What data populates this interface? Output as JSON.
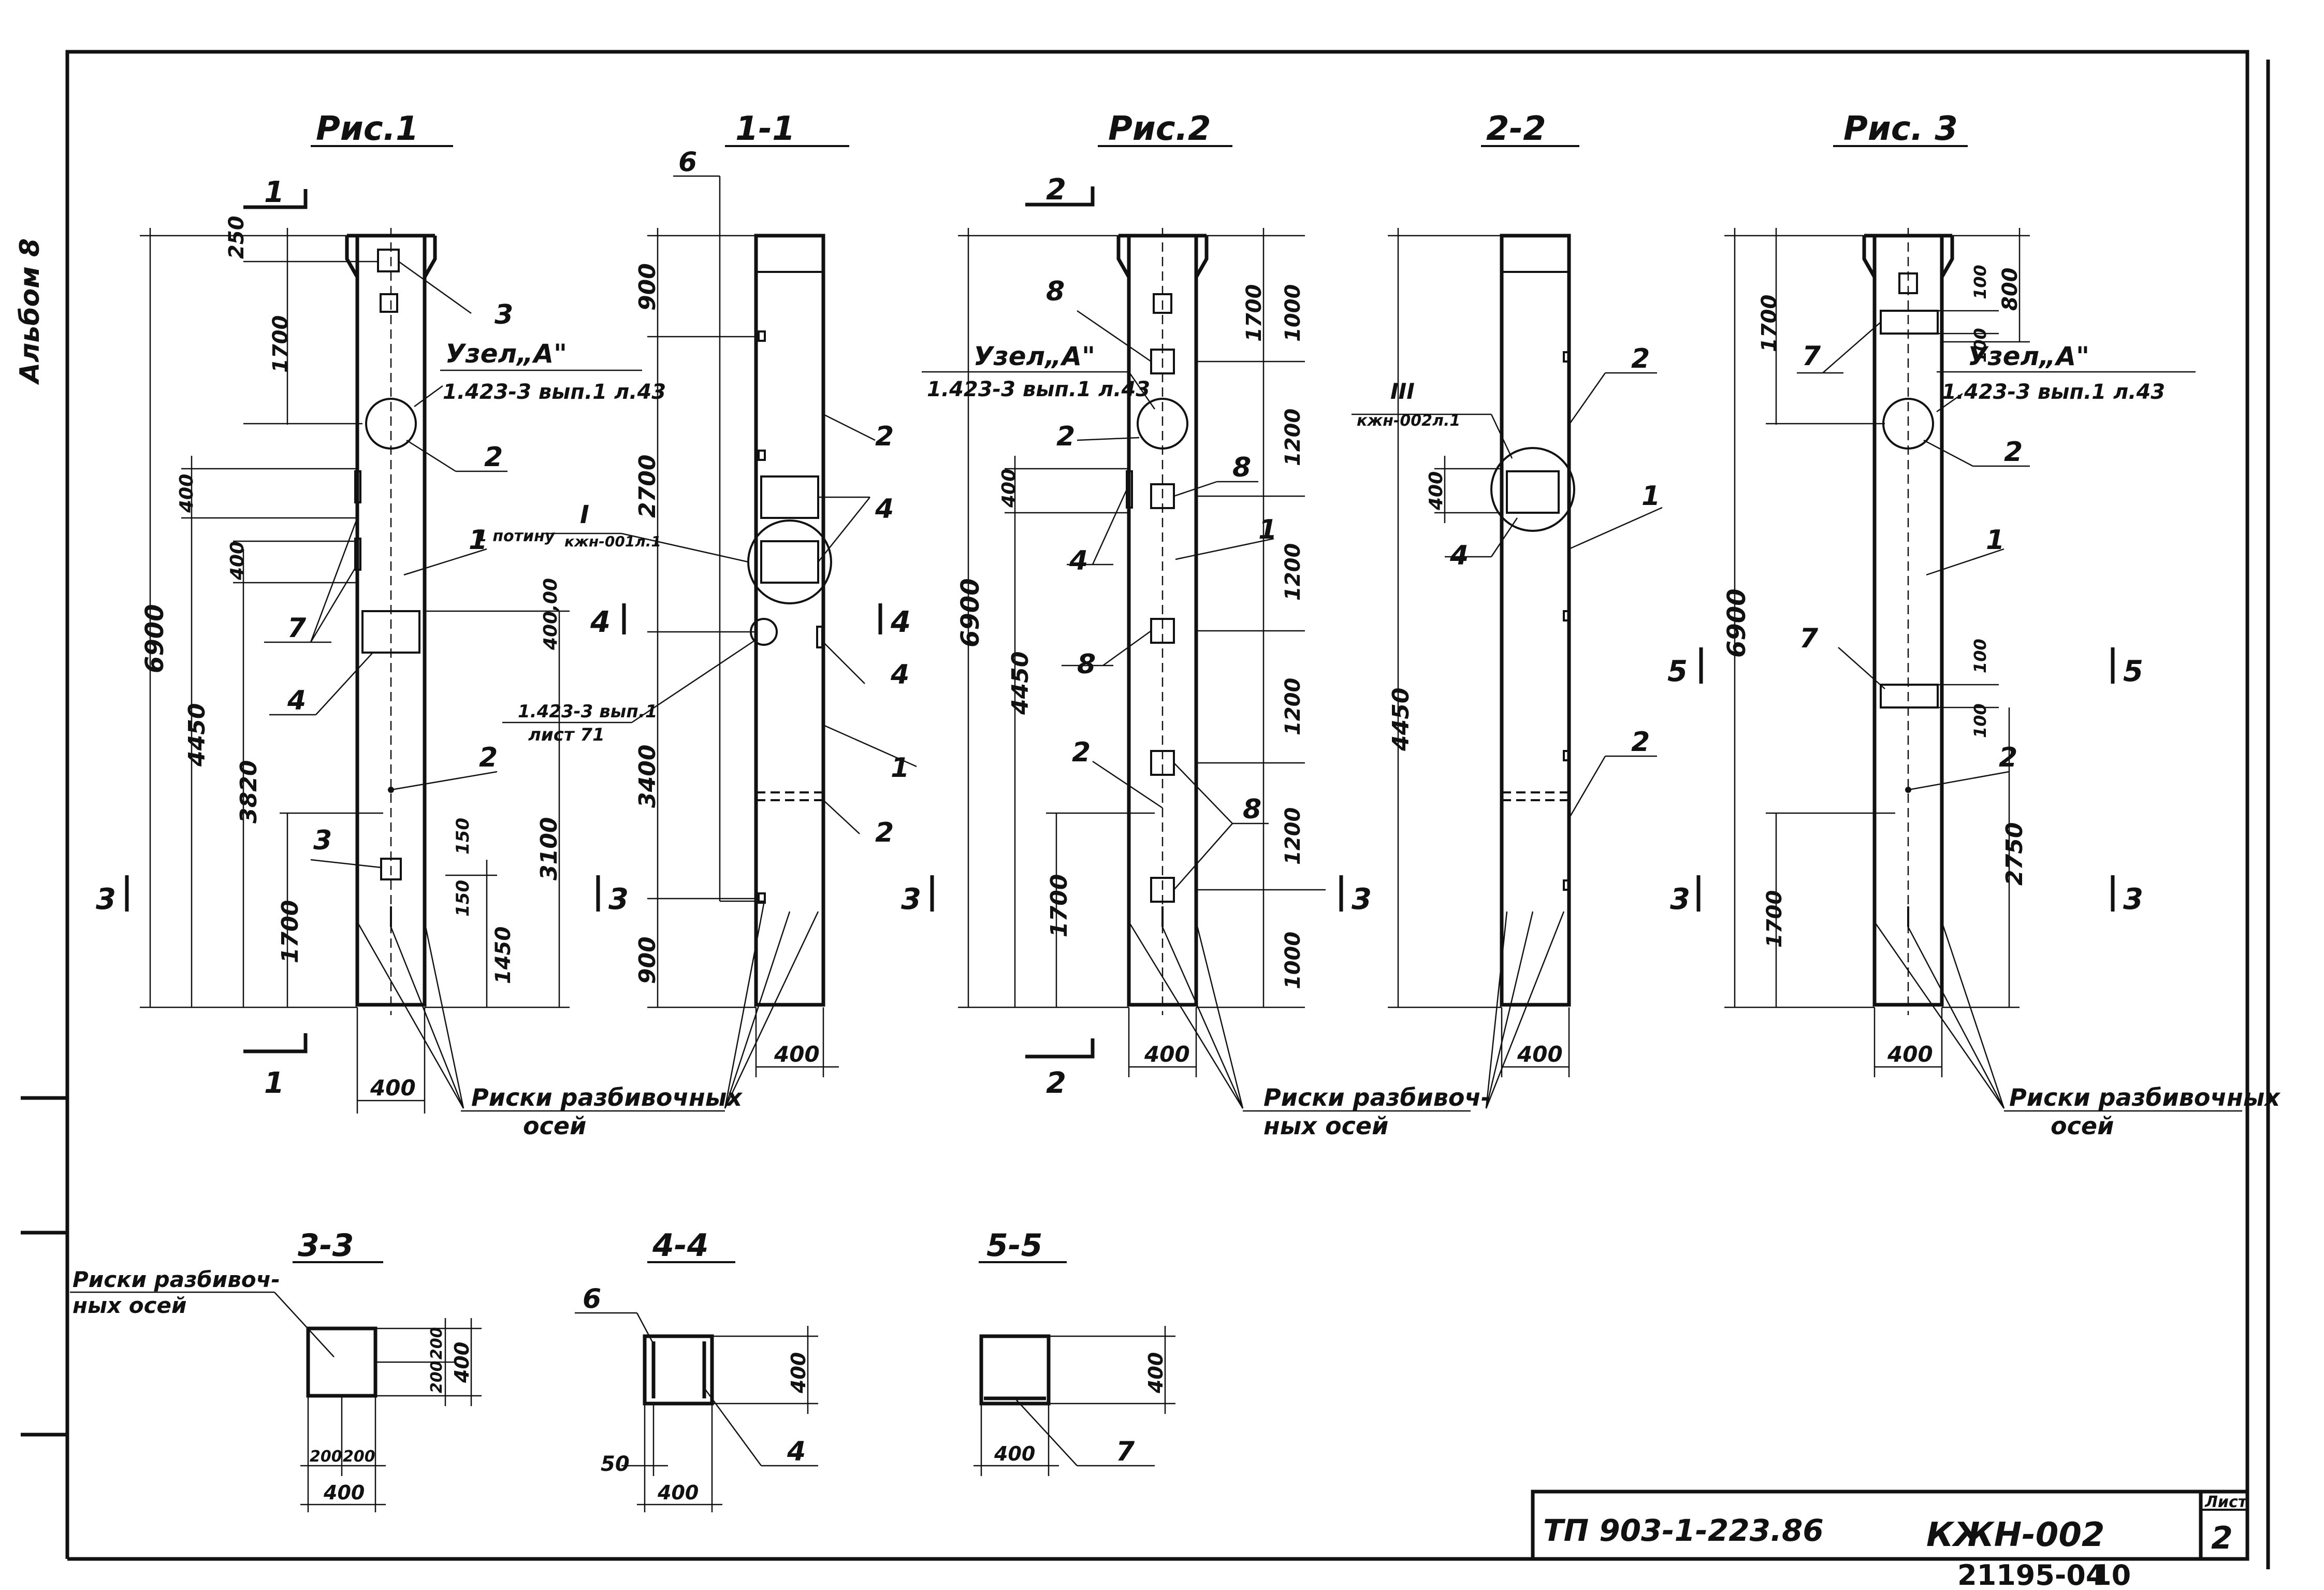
{
  "side_label": "Альбом 8",
  "views": {
    "fig1": "Рис.1",
    "sec11": "1-1",
    "fig2": "Рис.2",
    "sec22": "2-2",
    "fig3": "Рис. 3",
    "sec33": "3-3",
    "sec44": "4-4",
    "sec55": "5-5"
  },
  "dims": {
    "d250": "250",
    "d1700": "1700",
    "d400": "400",
    "d6900": "6900",
    "d4450": "4450",
    "d3820": "3820",
    "d3100": "3100",
    "d150": "150",
    "d1450": "1450",
    "d900": "900",
    "d2700": "2700",
    "d3400": "3400",
    "d1000": "1000",
    "d1200": "1200",
    "d2750": "2750",
    "d100": "100",
    "d800": "800",
    "d200": "200",
    "d50": "50",
    "d40000": "400,00"
  },
  "callouts": {
    "c1": "1",
    "c2": "2",
    "c3": "3",
    "c4": "4",
    "c6": "6",
    "c7": "7",
    "c8": "8"
  },
  "section_marks": {
    "s1": "1",
    "s2": "2",
    "s3": "3",
    "s4": "4",
    "s5": "5"
  },
  "notes": {
    "node_a": "Узел„А\"",
    "node_ref": "1.423-3 вып.1 л.43",
    "note_t": "I",
    "note_t_left": "1 потину",
    "note_t_right": "кжн-001л.1",
    "ref_71": "1.423-3 вып.1",
    "ref_71b": "лист 71",
    "note_iii": "III",
    "note_iii_ref": "кжн-002л.1",
    "axis_marks_1": "Риски разбивочных",
    "axis_marks_2": "осей",
    "axis_marks_fig2_1": "Риски разбивоч-",
    "axis_marks_fig2_2": "ных осей",
    "axis_marks_sec_1": "Риски разбивоч-",
    "axis_marks_sec_2": "ных осей"
  },
  "title_block": {
    "project": "ТП 903-1-223.86",
    "code": "КЖН-002",
    "sheet_label": "Лист",
    "sheet_num": "2",
    "inventory": "21195-04",
    "inventory_page": "10"
  }
}
